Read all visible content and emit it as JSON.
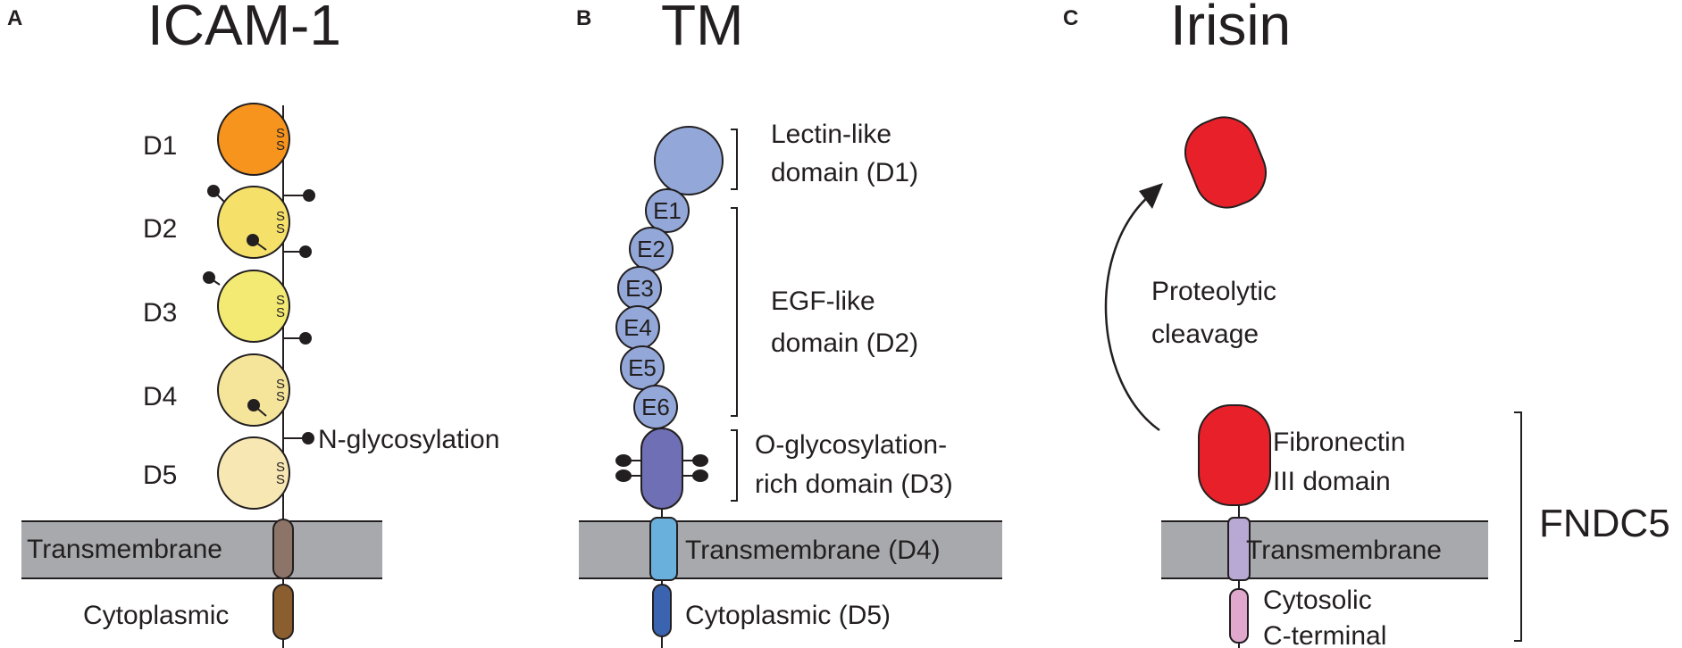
{
  "panels": {
    "a": {
      "letter": "A",
      "title": "ICAM-1",
      "domains": [
        "D1",
        "D2",
        "D3",
        "D4",
        "D5"
      ],
      "disulfide": "S",
      "glyco_label": "N-glycosylation",
      "membrane_label": "Transmembrane",
      "cyto_label": "Cytoplasmic",
      "colors": {
        "D1": "#f7941d",
        "D2": "#f5e16a",
        "D3": "#f3ea74",
        "D4": "#f5e59a",
        "D5": "#f7e7b2",
        "transmembrane": "#8c7468",
        "cytoplasmic": "#8b5e2f"
      }
    },
    "b": {
      "letter": "B",
      "title": "TM",
      "egf_labels": [
        "E1",
        "E2",
        "E3",
        "E4",
        "E5",
        "E6"
      ],
      "lectin_label": [
        "Lectin-like",
        "domain (D1)"
      ],
      "egf_label": [
        "EGF-like",
        "domain (D2)"
      ],
      "oglyco_label": [
        "O-glycosylation-",
        "rich domain (D3)"
      ],
      "membrane_label": "Transmembrane (D4)",
      "cyto_label": "Cytoplasmic (D5)",
      "colors": {
        "lectin": "#93a8d8",
        "egf": "#93a8d8",
        "oglyco": "#6f6fb5",
        "transmembrane": "#6ab0dc",
        "cytoplasmic": "#3a64b0"
      }
    },
    "c": {
      "letter": "C",
      "title": "Irisin",
      "cleavage_label": [
        "Proteolytic",
        "cleavage"
      ],
      "fn3_label": [
        "Fibronectin",
        "III domain"
      ],
      "membrane_label": "Transmembrane",
      "cyto_label": [
        "Cytosolic",
        "C-terminal"
      ],
      "bracket_label": "FNDC5",
      "colors": {
        "irisin": "#e8202a",
        "fn3": "#e8202a",
        "transmembrane": "#b8a8d4",
        "cytosolic": "#e0a8cc"
      }
    }
  },
  "colors": {
    "membrane": "#a7a9ac",
    "ink": "#231f20"
  }
}
